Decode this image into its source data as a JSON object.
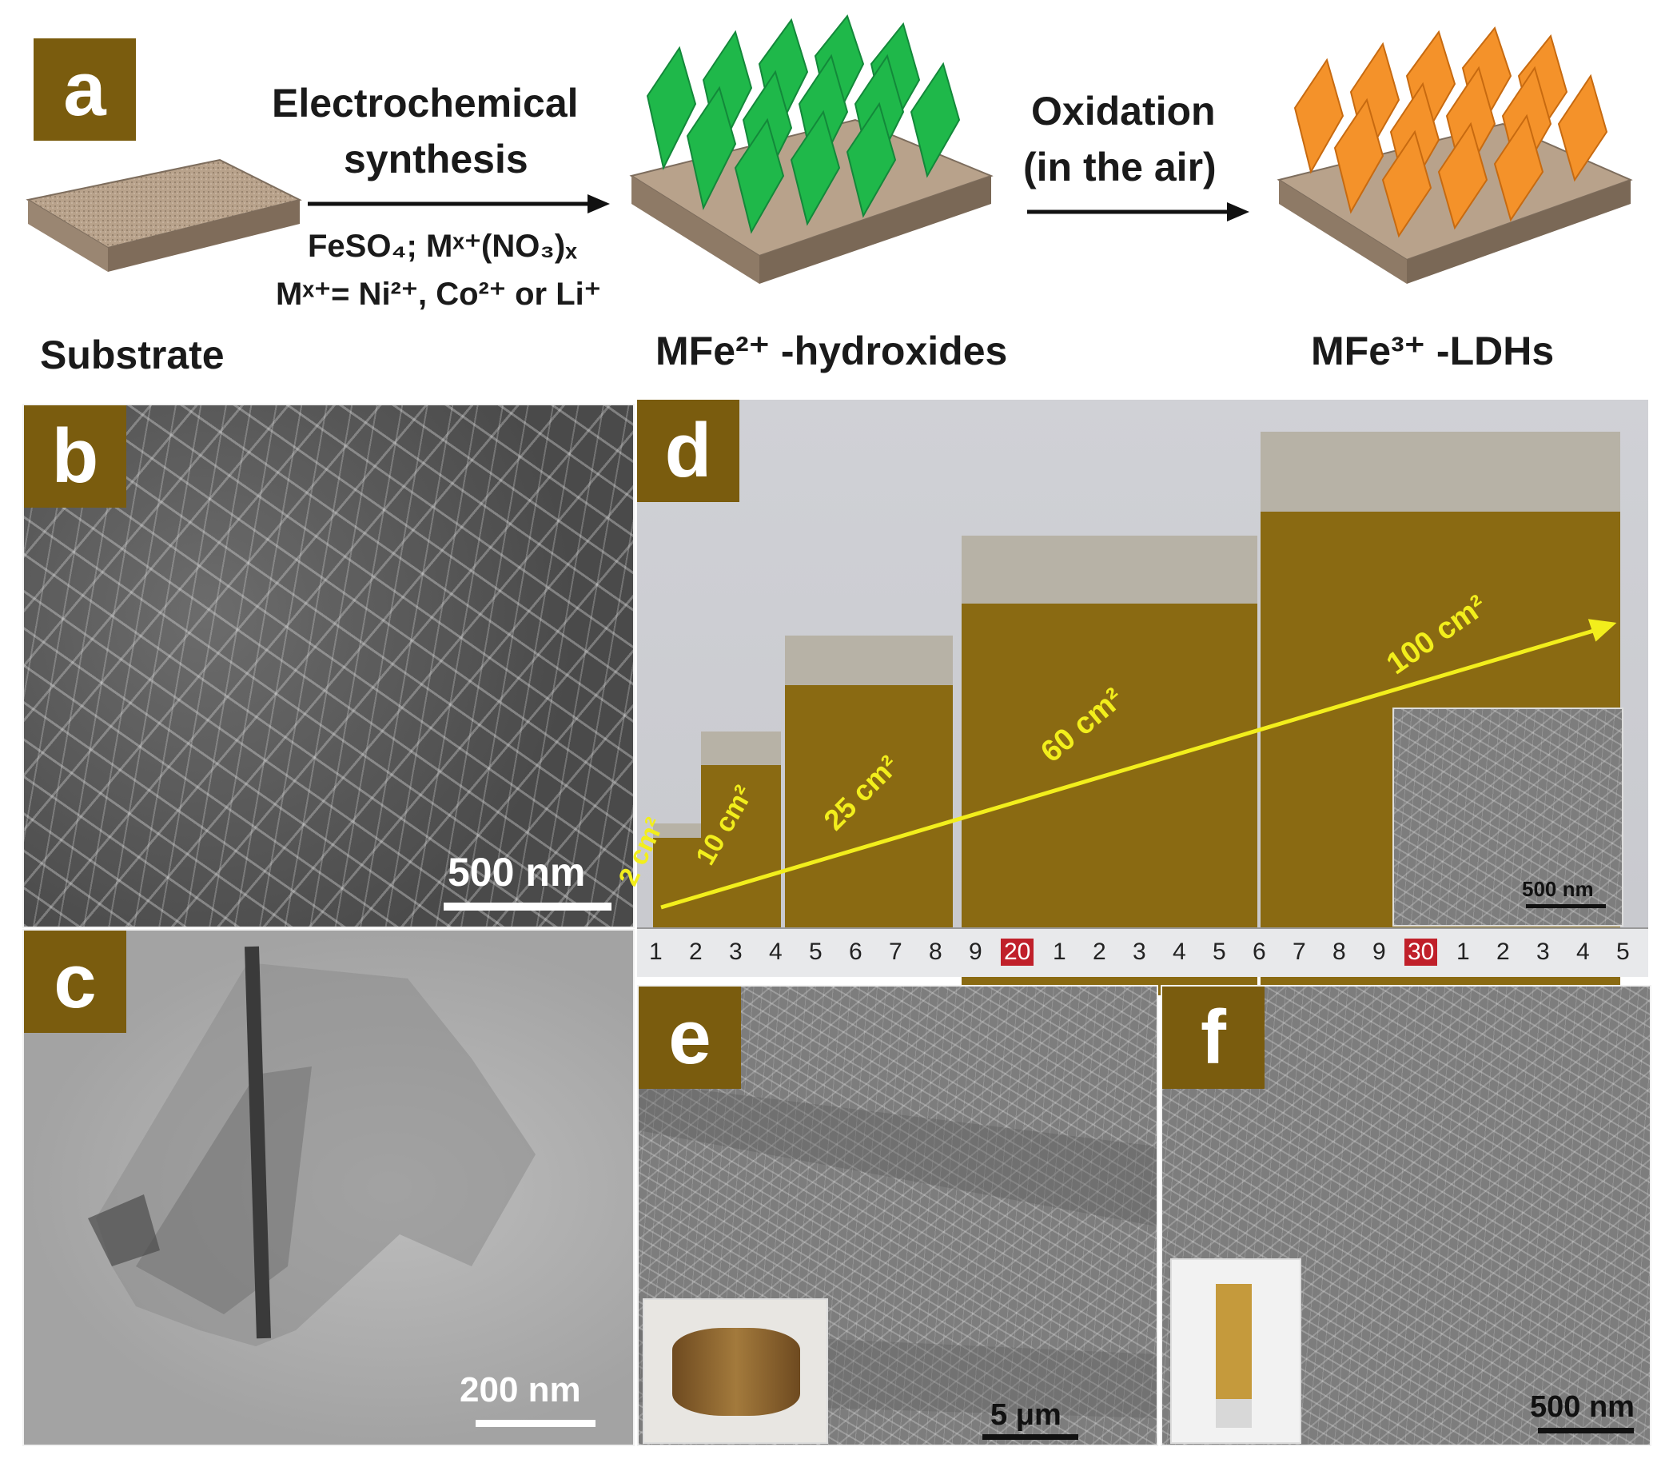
{
  "panel_a": {
    "label": "a",
    "step1_line1": "Electrochemical",
    "step1_line2": "synthesis",
    "reagents_line1": "FeSO₄; Mˣ⁺(NO₃)ₓ",
    "reagents_line2": "Mˣ⁺= Ni²⁺, Co²⁺ or Li⁺",
    "step2_line1": "Oxidation",
    "step2_line2": "(in the air)",
    "caption_substrate": "Substrate",
    "caption_hydroxides": "MFe²⁺ -hydroxides",
    "caption_ldhs": "MFe³⁺ -LDHs",
    "colors": {
      "substrate": "#b59e86",
      "hydroxide_sheets": "#1fb84a",
      "ldh_sheets": "#f4922a"
    }
  },
  "panel_b": {
    "label": "b",
    "scalebar": "500 nm"
  },
  "panel_c": {
    "label": "c",
    "scalebar": "200 nm"
  },
  "panel_d": {
    "label": "d",
    "areas": [
      "2 cm²",
      "10 cm²",
      "25 cm²",
      "60 cm²",
      "100 cm²"
    ],
    "inset_scalebar": "500 nm",
    "ruler": [
      "1",
      "2",
      "3",
      "4",
      "5",
      "6",
      "7",
      "8",
      "9",
      "20",
      "1",
      "2",
      "3",
      "4",
      "5",
      "6",
      "7",
      "8",
      "9",
      "30",
      "1",
      "2",
      "3",
      "4",
      "5"
    ],
    "colors": {
      "sample": "#8a6a12",
      "arrow": "#f2ee1c"
    }
  },
  "panel_e": {
    "label": "e",
    "scalebar": "5 μm"
  },
  "panel_f": {
    "label": "f",
    "scalebar": "500 nm"
  },
  "label_color": "#7a5c0e"
}
